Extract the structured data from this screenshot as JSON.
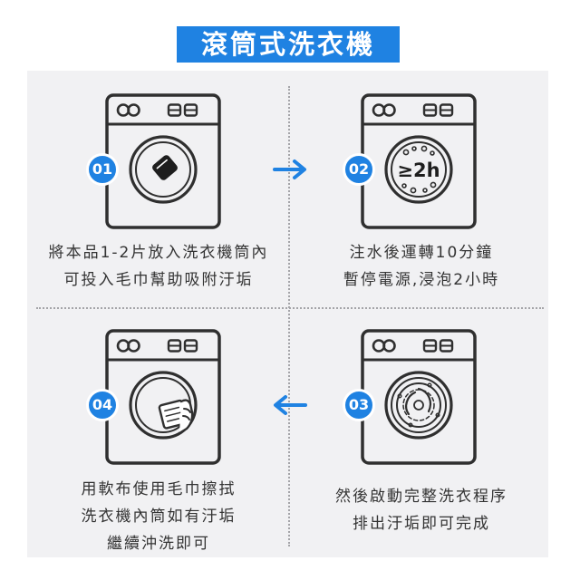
{
  "title": "滾筒式洗衣機",
  "colors": {
    "accent": "#1f82e2",
    "panel": "#f1f1f3",
    "ink": "#2f2f2f"
  },
  "steps": [
    {
      "number": "01",
      "icon": "washer-with-tablet-icon",
      "caption": [
        "將本品1-2片放入洗衣機筒內",
        "可投入毛巾幫助吸附汙垢"
      ]
    },
    {
      "number": "02",
      "icon": "washer-soak-icon",
      "drum_label": "≥2h",
      "caption": [
        "注水後運轉10分鐘",
        "暫停電源,浸泡2小時"
      ]
    },
    {
      "number": "03",
      "icon": "washer-spin-icon",
      "caption": [
        "然後啟動完整洗衣程序",
        "排出汙垢即可完成"
      ]
    },
    {
      "number": "04",
      "icon": "washer-wipe-icon",
      "caption": [
        "用軟布使用毛巾擦拭",
        "洗衣機內筒如有汙垢",
        "繼續沖洗即可"
      ]
    }
  ],
  "arrows": [
    {
      "icon": "arrow-right-icon"
    },
    {
      "icon": "arrow-left-icon"
    }
  ]
}
